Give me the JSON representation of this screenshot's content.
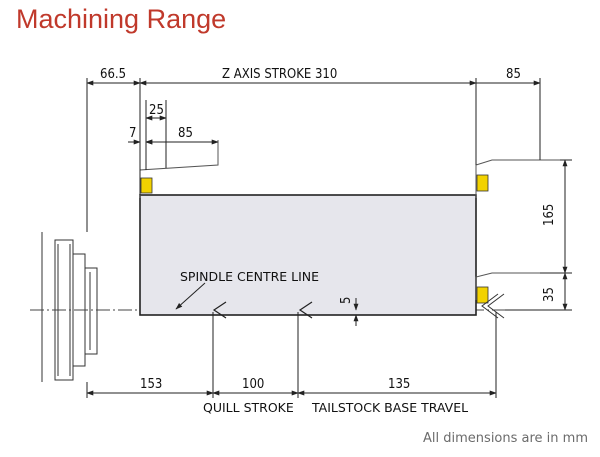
{
  "title": "Machining Range",
  "footer": "All dimensions are in mm",
  "dimensions": {
    "d66_5": "66.5",
    "z_axis": "Z AXIS STROKE 310",
    "d85_top": "85",
    "d25": "25",
    "d7": "7",
    "d85_inner": "85",
    "d165": "165",
    "d35": "35",
    "d5": "5",
    "d153": "153",
    "d100": "100",
    "d135": "135"
  },
  "labels": {
    "spindle_centre_line": "SPINDLE CENTRE LINE",
    "quill_stroke": "QUILL STROKE",
    "tailstock_base_travel": "TAILSTOCK BASE TRAVEL"
  },
  "colors": {
    "title": "#c0392b",
    "workpiece_fill": "#e6e6ec",
    "tool_marker": "#f2d200",
    "line": "#222222"
  }
}
